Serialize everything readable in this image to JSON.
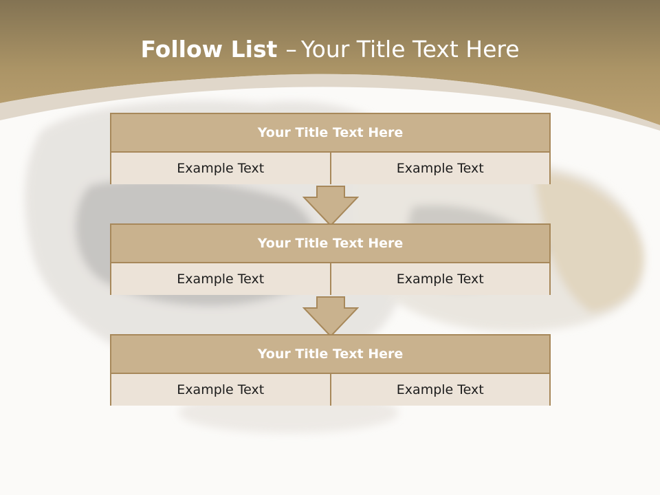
{
  "title": {
    "bold": "Follow List",
    "dash": "–",
    "rest": "Your Title Text Here"
  },
  "colors": {
    "header_brown": "#b29b6c",
    "block_header": "#c9b28e",
    "block_border": "#a7885a",
    "block_cell": "#ece3d8"
  },
  "blocks": [
    {
      "title": "Your Title Text Here",
      "left": "Example Text",
      "right": "Example Text"
    },
    {
      "title": "Your Title Text Here",
      "left": "Example Text",
      "right": "Example Text"
    },
    {
      "title": "Your Title Text Here",
      "left": "Example Text",
      "right": "Example Text"
    }
  ]
}
